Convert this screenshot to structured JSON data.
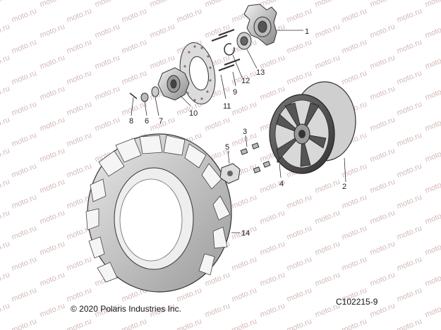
{
  "watermark_text": "moto.ru",
  "callouts": [
    {
      "id": "1",
      "text": "1"
    },
    {
      "id": "2",
      "text": "2"
    },
    {
      "id": "3",
      "text": "3"
    },
    {
      "id": "4",
      "text": "4"
    },
    {
      "id": "5",
      "text": "5"
    },
    {
      "id": "6",
      "text": "6"
    },
    {
      "id": "7",
      "text": "7"
    },
    {
      "id": "8",
      "text": "8"
    },
    {
      "id": "9",
      "text": "9"
    },
    {
      "id": "10",
      "text": "10"
    },
    {
      "id": "11",
      "text": "11"
    },
    {
      "id": "12",
      "text": "12"
    },
    {
      "id": "13",
      "text": "13"
    },
    {
      "id": "14",
      "text": "14"
    }
  ],
  "footer": {
    "copyright": "© 2020 Polaris Industries Inc.",
    "figure_code": "C102215-9"
  }
}
